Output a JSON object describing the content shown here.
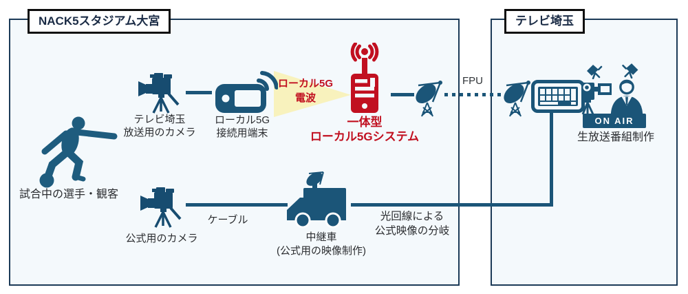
{
  "colors": {
    "navy_icon": "#1b5578",
    "box_border": "#1b3a57",
    "box_fill": "#f4f9fc",
    "red_accent": "#c11020",
    "beam_yellow": "#f8f2bd",
    "title_text": "#1a2b45"
  },
  "stadium": {
    "title": "NACK5スタジアム大宮",
    "player_label": "試合中の選手・観客",
    "broadcast_camera_label": "テレビ埼玉\n放送用のカメラ",
    "terminal_label": "ローカル5G\n接続用端末",
    "radio_wave_label": "ローカル5G\n電波",
    "system_label": "一体型\nローカル5Gシステム",
    "official_camera_label": "公式用のカメラ",
    "cable_label": "ケーブル",
    "truck_label": "中継車\n(公式用の映像制作)",
    "optical_label": "光回線による\n公式映像の分岐"
  },
  "link": {
    "fpu_label": "FPU"
  },
  "tv_station": {
    "title": "テレビ埼玉",
    "on_air_label": "ON AIR",
    "production_label": "生放送番組制作"
  }
}
